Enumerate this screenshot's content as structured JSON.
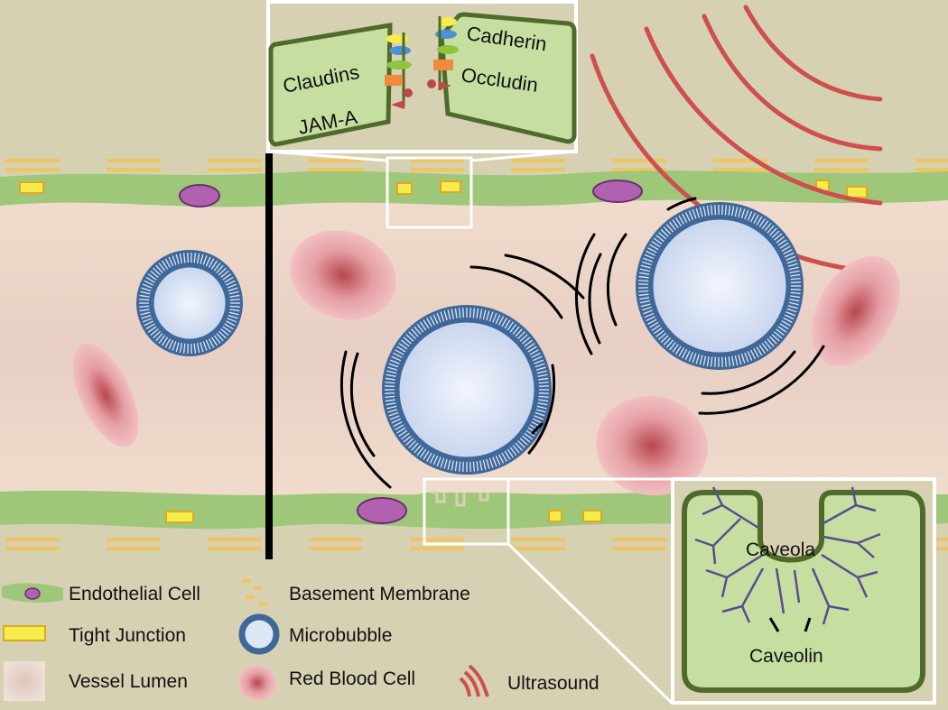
{
  "insets": {
    "tight_junction": {
      "claudins": "Claudins",
      "jam_a": "JAM-A",
      "cadherin": "Cadherin",
      "occludin": "Occludin"
    },
    "caveola": {
      "caveola": "Caveola",
      "caveolin": "Caveolin"
    }
  },
  "legend": {
    "endothelial_cell": "Endothelial Cell",
    "basement_membrane": "Basement Membrane",
    "tight_junction": "Tight Junction",
    "microbubble": "Microbubble",
    "vessel_lumen": "Vessel Lumen",
    "red_blood_cell": "Red Blood Cell",
    "ultrasound": "Ultrasound"
  },
  "colors": {
    "background": "#d6d1b2",
    "lumen": "#ecd8cc",
    "endothelium": "#9ec77a",
    "nucleus": "#b062b0",
    "tight_junction": "#f6ec4c",
    "basement_membrane": "#f2c45e",
    "microbubble_shell": "#3f6899",
    "microbubble_core": "#dde6f5",
    "red_blood_cell": "#d98a8f",
    "ultrasound": "#cf4e4e",
    "inset_fill": "#c6dfa0",
    "inset_border": "#4f6a2a",
    "caveolin": "#5a4c90"
  }
}
